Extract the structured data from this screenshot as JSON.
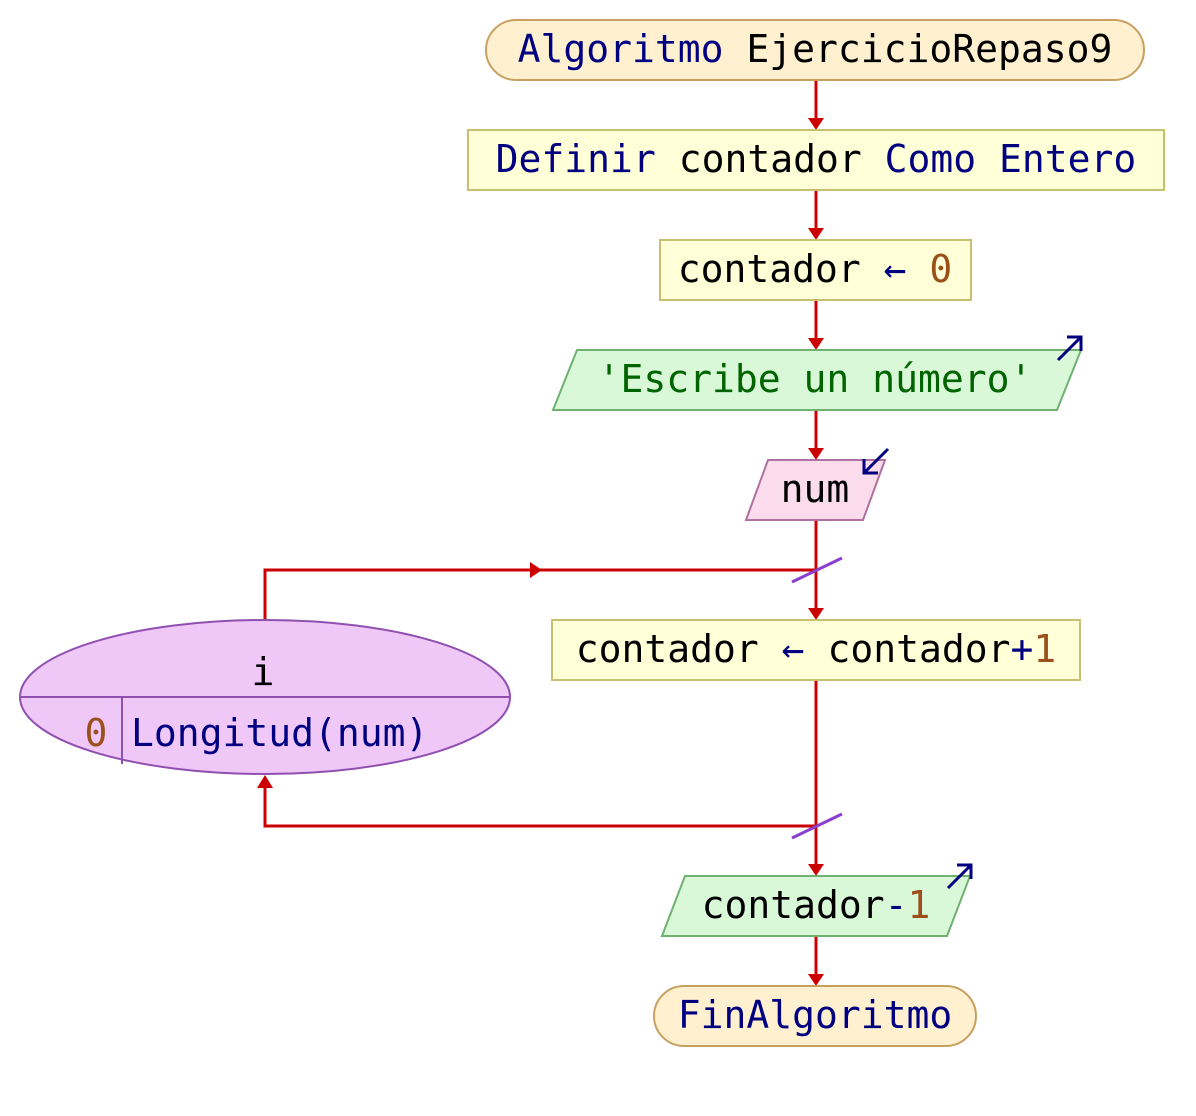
{
  "diagram": {
    "start": {
      "keyword": "Algoritmo",
      "name": "EjercicioRepaso9"
    },
    "define": {
      "kw1": "Definir",
      "var": "contador",
      "kw2": "Como",
      "kw3": "Entero"
    },
    "assign1": {
      "var": "contador",
      "op": "←",
      "value": "0"
    },
    "output1": {
      "text": "'Escribe un número'"
    },
    "input1": {
      "var": "num"
    },
    "loop": {
      "var": "i",
      "from": "0",
      "to": "Longitud(num)"
    },
    "assign2": {
      "var": "contador",
      "op": "←",
      "expr_var": "contador",
      "plus": "+",
      "value": "1"
    },
    "output2": {
      "var": "contador",
      "minus": "-",
      "value": "1"
    },
    "end": {
      "keyword": "FinAlgoritmo"
    }
  },
  "colors": {
    "terminal_fill": "#fff0d0",
    "terminal_stroke": "#c8a060",
    "process_fill": "#ffffd8",
    "process_stroke": "#c8c070",
    "output_fill": "#d8f8d8",
    "output_stroke": "#70b070",
    "input_fill": "#fbdcec",
    "input_stroke": "#b070a0",
    "loop_fill": "#efc8f8",
    "loop_stroke": "#9050b0",
    "edge": "#cc0000",
    "io_arrow": "#000080"
  }
}
